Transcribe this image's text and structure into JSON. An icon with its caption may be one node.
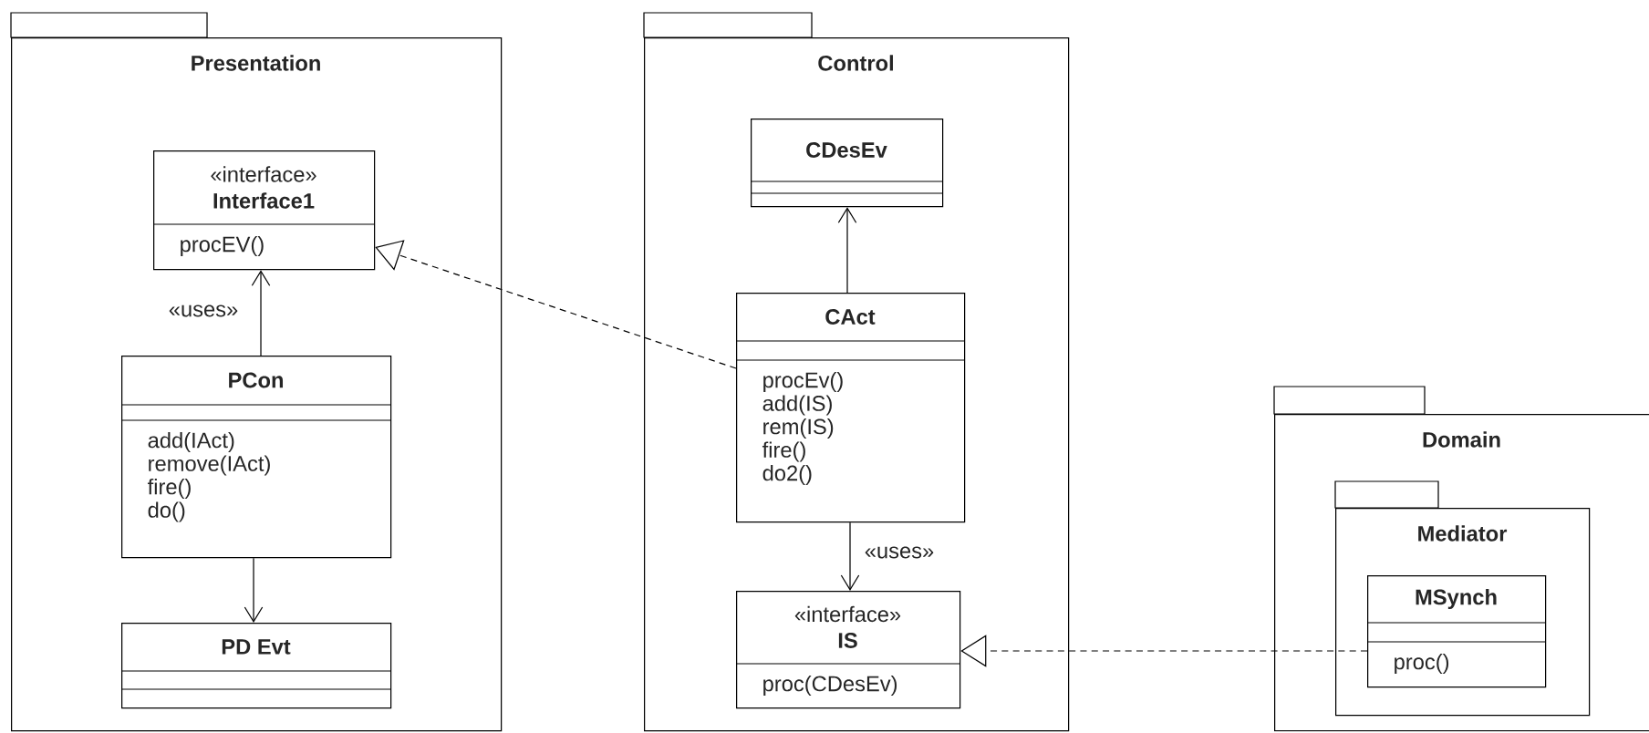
{
  "diagram": {
    "nodes": [
      {
        "text": [
          "Presentation"
        ]
      },
      {
        "text": [
          "«interface»",
          "Interface1",
          "procEV()"
        ],
        "in": 0
      },
      {
        "text": [
          "PCon",
          "add(IAct)",
          "remove(IAct)",
          "fire()",
          "do()"
        ],
        "in": 0
      },
      {
        "text": [
          "PD Evt"
        ],
        "in": 0
      },
      {
        "text": [
          "Control"
        ]
      },
      {
        "text": [
          "CDesEv"
        ],
        "in": 4
      },
      {
        "text": [
          "CAct",
          "procEv()",
          "add(IS)",
          "rem(IS)",
          "fire()",
          "do2()"
        ],
        "in": 4
      },
      {
        "text": [
          "«interface»",
          "IS",
          "proc(CDesEv)"
        ],
        "in": 4
      },
      {
        "text": [
          "Domain"
        ]
      },
      {
        "text": [
          "Mediator"
        ],
        "in": 8
      },
      {
        "text": [
          "MSynch",
          "proc()"
        ],
        "in": 9
      }
    ],
    "edges": [
      {
        "from": 2,
        "to": 1,
        "arrow": "to",
        "label": "«uses»"
      },
      {
        "from": 2,
        "to": 3,
        "arrow": "to"
      },
      {
        "from": 6,
        "to": 1,
        "arrow": "to",
        "style": "dashed"
      },
      {
        "from": 6,
        "to": 5,
        "arrow": "to"
      },
      {
        "from": 6,
        "to": 7,
        "arrow": "to",
        "label": "«uses»"
      },
      {
        "from": 10,
        "to": 7,
        "arrow": "to",
        "style": "dashed"
      }
    ]
  }
}
